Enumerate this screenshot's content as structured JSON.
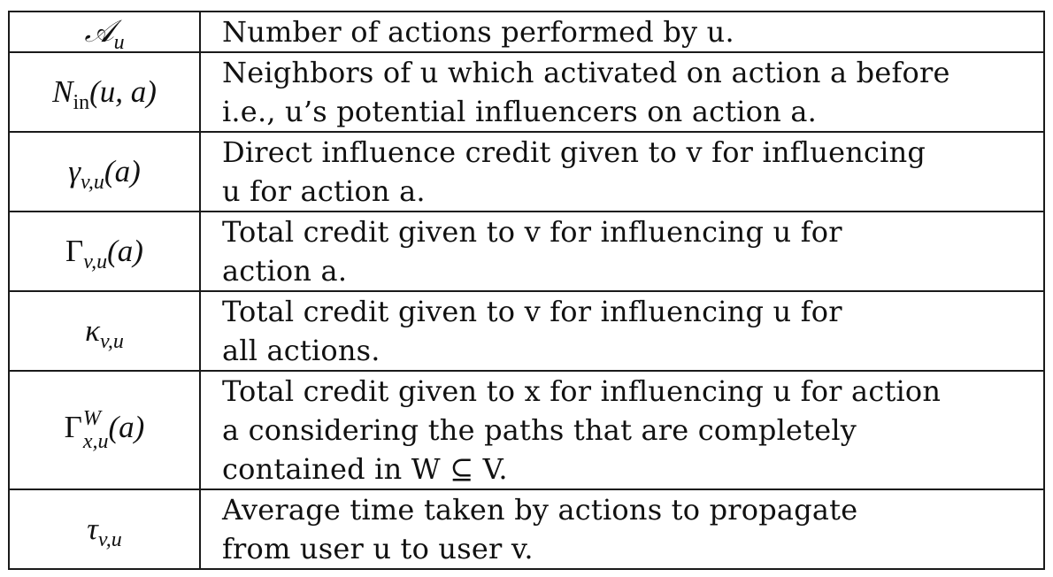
{
  "rows": [
    {
      "symbol": "𝒜u",
      "description": [
        "Number of actions performed by u."
      ]
    },
    {
      "symbol": "Nin(u, a)",
      "description": [
        "Neighbors of u which activated on action a before",
        "i.e., u’s potential influencers on action a."
      ]
    },
    {
      "symbol": "γv,u(a)",
      "description": [
        "Direct influence credit given to v for influencing",
        "u for action a."
      ]
    },
    {
      "symbol": "Γv,u(a)",
      "description": [
        "Total credit given to v for influencing u for",
        "action a."
      ]
    },
    {
      "symbol": "κv,u",
      "description": [
        "Total credit given to v for influencing u for",
        "all actions."
      ]
    },
    {
      "symbol": "ΓWx,u(a)",
      "description": [
        "Total credit given to x for influencing u for action",
        "a considering the paths that are completely",
        "contained in W ⊆ V."
      ]
    },
    {
      "symbol": "τv,u",
      "description": [
        "Average time taken by actions to propagate",
        "from user u to user v."
      ]
    }
  ]
}
